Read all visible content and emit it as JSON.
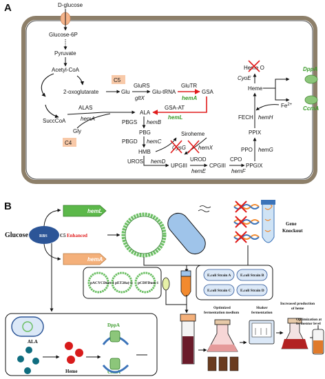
{
  "panel_a": {
    "label": "A",
    "metabolites": {
      "dglucose": "D-glucose",
      "glucose6p": "Glucose-6P",
      "pyruvate": "Pyruvate",
      "acetylcoa": "Acetyl-CoA",
      "oxoglutarate": "2-oxoglutarate",
      "succcoa": "SuccCoA",
      "gly": "Gly",
      "glu": "Glu",
      "glutrna": "Glu-tRNA",
      "gsa": "GSA",
      "ala": "ALA",
      "pbg": "PBG",
      "hmb": "HMB",
      "upgiii": "UPGIII",
      "cpgiii": "CPGIII",
      "ppgix": "PPGIX",
      "ppix": "PPIX",
      "heme": "Heme",
      "hemeo": "Heme O",
      "siroheme": "Siroheme",
      "fe": "Fe",
      "fe_sup": "2+"
    },
    "boxes": {
      "c5": "C5",
      "c4": "C4"
    },
    "enzymes": {
      "glurs": "GluRS",
      "gltx": "gltX",
      "glutr": "GluTR",
      "hema_glutr": "hemA",
      "gsaat": "GSA-AT",
      "heml": "hemL",
      "alas": "ALAS",
      "hema_alas": "hemA",
      "pbgs": "PBGS",
      "hemb": "hemB",
      "pbgd": "PBGD",
      "hemc": "hemC",
      "uros": "UROS",
      "hemd": "hemD",
      "urod": "UROD",
      "heme_gene": "hemE",
      "cpo": "CPO",
      "hemf": "hemF",
      "ppo": "PPO",
      "hemg": "hemG",
      "fech": "FECH",
      "hemh": "hemH",
      "cysg": "CysG",
      "hemx": "hemX",
      "cyoe": "CyoE"
    },
    "transporters": {
      "dppa": "DppA",
      "ccma": "CcmA"
    }
  },
  "panel_b": {
    "label": "B",
    "glucose": "Glucose",
    "rbs": "RBS",
    "c5": "C5",
    "enhanced": "Enhanced",
    "heml": "hemL",
    "hema": "hemA",
    "gene_knockout_1": "Gene",
    "gene_knockout_2": "Knockout",
    "plasmids": [
      "pACYCDuet-1",
      "pET28a(+)",
      "pCDFDuet-1"
    ],
    "strains": [
      "E.coli Strain A",
      "E.coli Strain B",
      "E.coli Strain C",
      "E.coli Strain D"
    ],
    "ala": "ALA",
    "heme": "Heme",
    "dppa": "DppA",
    "ccma": "CcmA",
    "steps": [
      {
        "l1": "Optimized",
        "l2": "fermentation medium"
      },
      {
        "l1": "Shaker",
        "l2": "fermentation"
      },
      {
        "l1": "Increased production",
        "l2": "of heme"
      },
      {
        "l1": "Optimization at",
        "l2": "fermentor level"
      }
    ]
  },
  "colors": {
    "green_accent": "#3a9a2a",
    "red_enzyme": "#e01b1b",
    "box_fill": "#f8c9a8",
    "transporter": "#8cc67a",
    "heml_arrow": "#5cb84a",
    "hema_arrow": "#f4b07a",
    "rbs_fill": "#2c5597",
    "plasmid_green": "#6cbf64"
  }
}
